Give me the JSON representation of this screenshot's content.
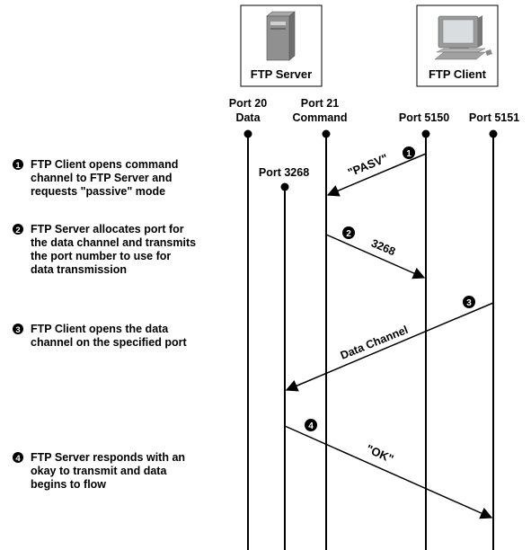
{
  "nodes": {
    "server_label": "FTP Server",
    "client_label": "FTP Client"
  },
  "ports": {
    "port20": [
      "Port 20",
      "Data"
    ],
    "port21": [
      "Port 21",
      "Command"
    ],
    "port5150": "Port 5150",
    "port5151": "Port 5151",
    "port3268": "Port 3268"
  },
  "messages": {
    "pasv": "\"PASV\"",
    "port_number": "3268",
    "data_channel": "Data Channel",
    "ok": "\"OK\""
  },
  "steps": [
    {
      "lines": [
        "FTP Client opens command",
        "channel to FTP Server and",
        "requests \"passive\" mode"
      ]
    },
    {
      "lines": [
        "FTP Server  allocates port for",
        "the data channel and transmits",
        "the port number to use for",
        "data transmission"
      ]
    },
    {
      "lines": [
        "FTP Client opens the data",
        "channel on the specified port"
      ]
    },
    {
      "lines": [
        "FTP Server responds with an",
        "okay to transmit and data",
        "begins to flow"
      ]
    }
  ],
  "step_markers": [
    "1",
    "2",
    "3",
    "4"
  ]
}
